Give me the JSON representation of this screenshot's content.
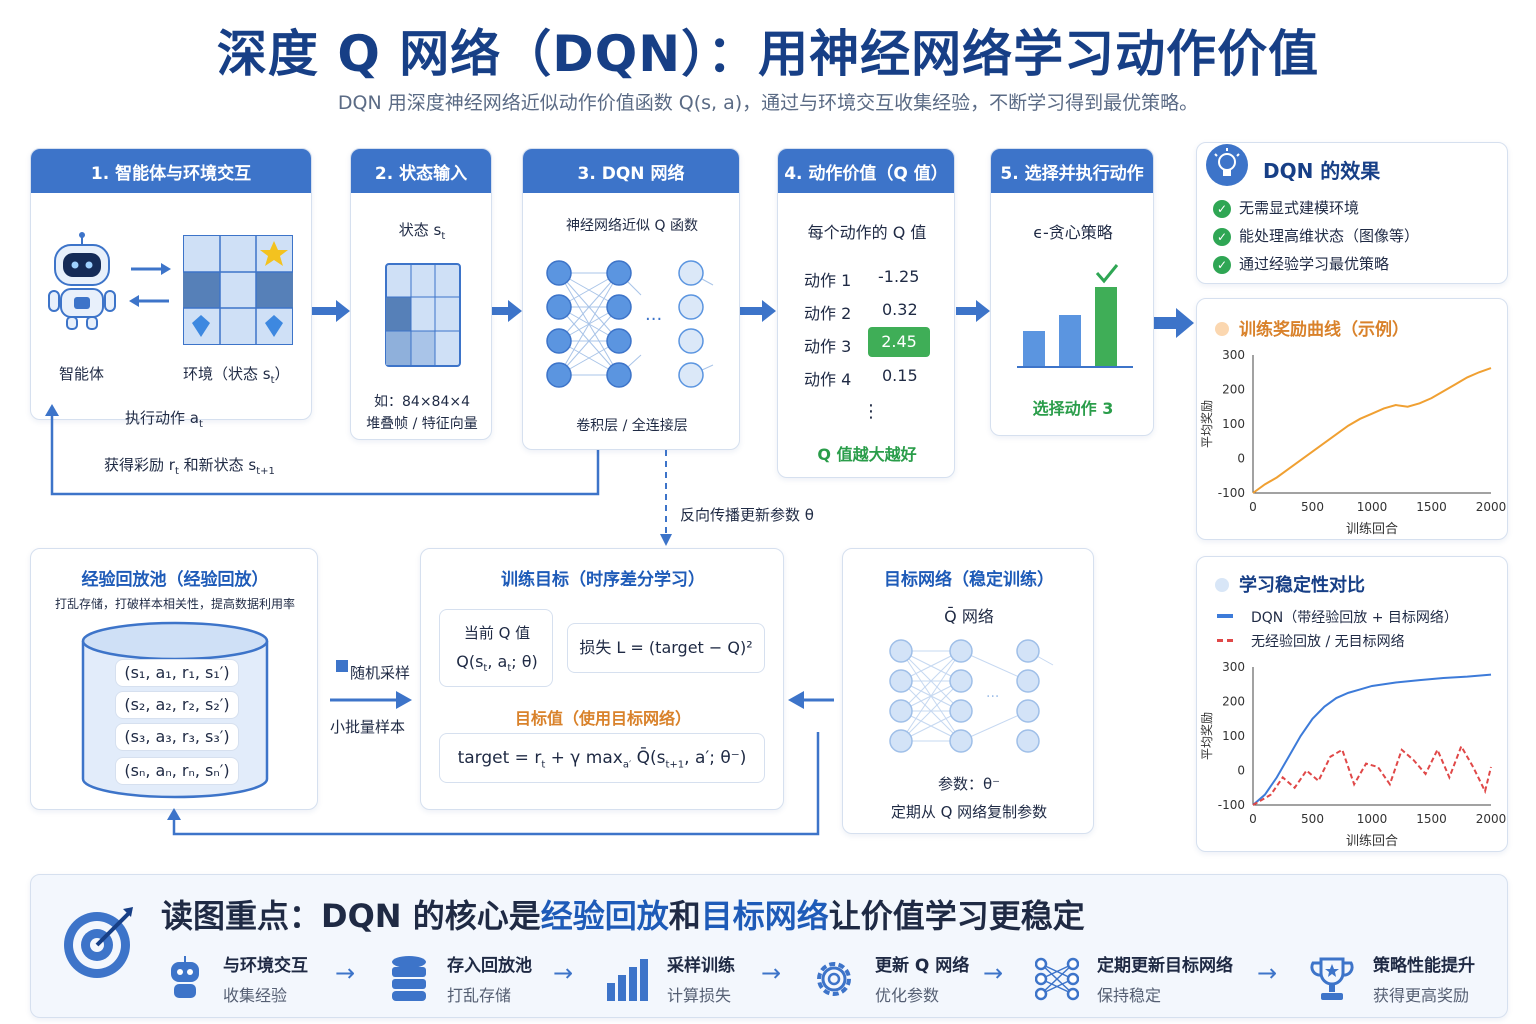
{
  "title": "深度 Q 网络（DQN）：用神经网络学习动作价值",
  "subtitle": "DQN 用深度神经网络近似动作价值函数 Q(s, a)，通过与环境交互收集经验，不断学习得到最优策略。",
  "step1": {
    "header": "1. 智能体与环境交互",
    "agent": "智能体",
    "env": "环境（状态 s",
    "env_sub": "t",
    "env_close": "）",
    "action": "执行动作 a",
    "action_sub": "t",
    "reward": "获得彩励 r",
    "reward_sub1": "t",
    "reward_mid": " 和新状态 s",
    "reward_sub2": "t+1"
  },
  "step2": {
    "header": "2. 状态输入",
    "label": "状态 s",
    "label_sub": "t",
    "note1": "如：84×84×4",
    "note2": "堆叠帧 / 特征向量"
  },
  "step3": {
    "header": "3. DQN 网络",
    "label": "神经网络近似 Q 函数",
    "layers": "卷积层 / 全连接层",
    "dots": "···"
  },
  "step4": {
    "header": "4. 动作价值（Q 值）",
    "label": "每个动作的 Q 值",
    "rows": [
      {
        "name": "动作 1",
        "value": "-1.25"
      },
      {
        "name": "动作 2",
        "value": "0.32"
      },
      {
        "name": "动作 3",
        "value": "2.45"
      },
      {
        "name": "动作 4",
        "value": "0.15"
      }
    ],
    "dots": "⋮",
    "note": "Q 值越大越好"
  },
  "step5": {
    "header": "5. 选择并执行动作",
    "label": "ϵ-贪心策略",
    "note": "选择动作 3"
  },
  "effect": {
    "title": "DQN 的效果",
    "items": [
      "无需显式建模环境",
      "能处理高维状态（图像等）",
      "通过经验学习最优策略"
    ]
  },
  "backprop": "反向传播更新参数 θ",
  "replay": {
    "title": "经验回放池（经验回放）",
    "desc": "打乱存储，打破样本相关性，提高数据利用率",
    "rows": [
      "(s₁, a₁, r₁, s₁′)",
      "(s₂, a₂, r₂, s₂′)",
      "(s₃, a₃, r₃, s₃′)",
      "(sₙ, aₙ, rₙ, sₙ′)"
    ]
  },
  "sampling": {
    "label1": "随机采样",
    "label2": "小批量样本"
  },
  "target": {
    "title": "训练目标（时序差分学习）",
    "current1": "当前 Q 值",
    "current2": "Q(s",
    "current2_sub": "t",
    "current2_end": ", a",
    "current2_sub2": "t",
    "current2_tail": "; θ)",
    "loss": "损失 L = (target − Q)²",
    "target_title": "目标值（使用目标网络）",
    "formula": "target = r",
    "formula_sub": "t",
    "formula_mid": " + γ max",
    "formula_max_sub": "a′",
    "formula_end": " Q̄(s",
    "formula_sub2": "t+1",
    "formula_tail": ", a′; θ⁻)"
  },
  "targetnet": {
    "title": "目标网络（稳定训练）",
    "label": "Q̄ 网络",
    "param": "参数：θ⁻",
    "note": "定期从 Q 网络复制参数"
  },
  "chart1": {
    "title": "训练奖励曲线（示例）",
    "ylabel": "平均奖励",
    "xlabel": "训练回合"
  },
  "chart2": {
    "title": "学习稳定性对比",
    "ylabel": "平均奖励",
    "xlabel": "训练回合",
    "legend1": "DQN（带经验回放 + 目标网络）",
    "legend2": "无经验回放 / 无目标网络"
  },
  "chart_data": [
    {
      "type": "line",
      "title": "训练奖励曲线（示例）",
      "xlabel": "训练回合",
      "ylabel": "平均奖励",
      "xlim": [
        0,
        2000
      ],
      "ylim": [
        -100,
        300
      ],
      "xticks": [
        0,
        500,
        1000,
        1500,
        2000
      ],
      "yticks": [
        -100,
        0,
        100,
        200,
        300
      ],
      "series": [
        {
          "color": "#f0a032",
          "x": [
            0,
            100,
            200,
            300,
            400,
            500,
            600,
            700,
            800,
            900,
            1000,
            1100,
            1200,
            1300,
            1400,
            1500,
            1600,
            1700,
            1800,
            1900,
            2000
          ],
          "y": [
            -100,
            -75,
            -55,
            -30,
            -5,
            20,
            45,
            70,
            95,
            115,
            130,
            145,
            155,
            150,
            160,
            175,
            195,
            215,
            235,
            250,
            262
          ]
        }
      ]
    },
    {
      "type": "line",
      "title": "学习稳定性对比",
      "xlabel": "训练回合",
      "ylabel": "平均奖励",
      "xlim": [
        0,
        2000
      ],
      "ylim": [
        -100,
        300
      ],
      "xticks": [
        0,
        500,
        1000,
        1500,
        2000
      ],
      "yticks": [
        -100,
        0,
        100,
        200,
        300
      ],
      "series": [
        {
          "name": "DQN（带经验回放 + 目标网络）",
          "color": "#3d7bd9",
          "x": [
            0,
            100,
            200,
            300,
            400,
            500,
            600,
            700,
            800,
            900,
            1000,
            1200,
            1400,
            1600,
            1800,
            2000
          ],
          "y": [
            -100,
            -70,
            -20,
            40,
            100,
            150,
            185,
            210,
            225,
            235,
            245,
            255,
            262,
            268,
            272,
            278
          ]
        },
        {
          "name": "无经验回放 / 无目标网络",
          "color": "#e04848",
          "x": [
            0,
            150,
            250,
            350,
            450,
            550,
            650,
            750,
            850,
            950,
            1050,
            1150,
            1250,
            1350,
            1450,
            1550,
            1650,
            1750,
            1850,
            1950,
            2000
          ],
          "y": [
            -100,
            -70,
            -20,
            -50,
            0,
            -30,
            40,
            60,
            -40,
            20,
            10,
            -40,
            60,
            30,
            -10,
            60,
            -20,
            70,
            10,
            -60,
            10
          ]
        }
      ]
    }
  ],
  "bottom": {
    "title_pre": "读图重点：DQN 的核心是",
    "title_hl1": "经验回放",
    "title_mid": "和",
    "title_hl2": "目标网络",
    "title_post": "让价值学习更稳定",
    "items": [
      {
        "t": "与环境交互",
        "s": "收集经验"
      },
      {
        "t": "存入回放池",
        "s": "打乱存储"
      },
      {
        "t": "采样训练",
        "s": "计算损失"
      },
      {
        "t": "更新 Q 网络",
        "s": "优化参数"
      },
      {
        "t": "定期更新目标网络",
        "s": "保持稳定"
      },
      {
        "t": "策略性能提升",
        "s": "获得更高奖励"
      }
    ]
  }
}
